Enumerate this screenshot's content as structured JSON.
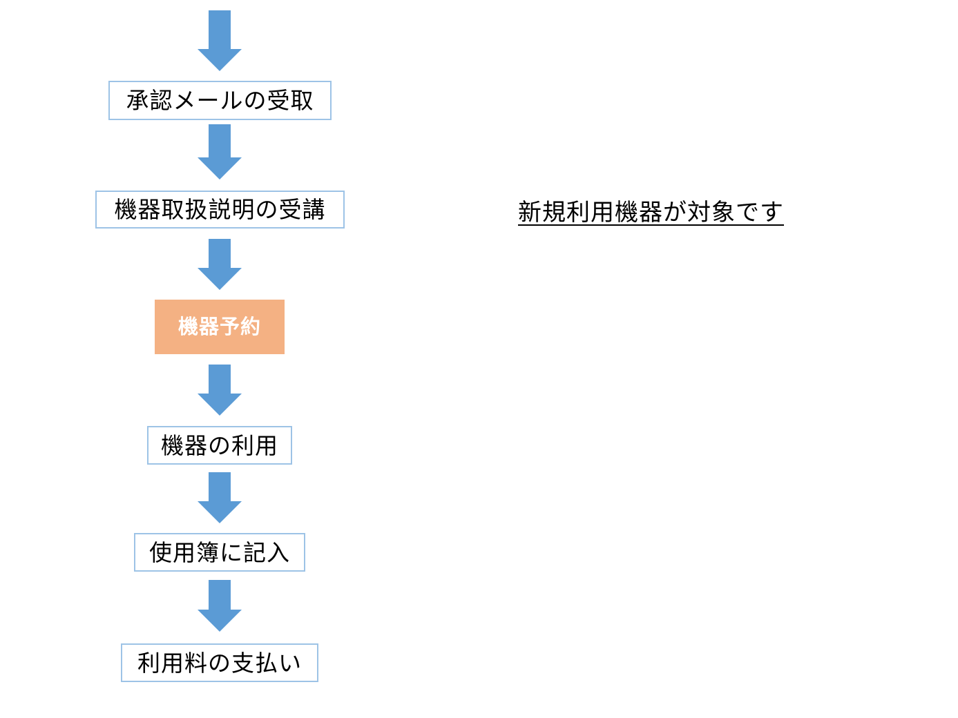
{
  "flow": {
    "steps": [
      {
        "label": "承認メールの受取"
      },
      {
        "label": "機器取扱説明の受講"
      },
      {
        "label": "機器予約",
        "highlight": true
      },
      {
        "label": "機器の利用"
      },
      {
        "label": "使用簿に記入"
      },
      {
        "label": "利用料の支払い"
      }
    ]
  },
  "note": {
    "text": "新規利用機器が対象です"
  },
  "colors": {
    "arrow": "#5b9bd5",
    "box_border": "#9dc3e6",
    "highlight_fill": "#f4b183",
    "highlight_text": "#ffffff"
  }
}
